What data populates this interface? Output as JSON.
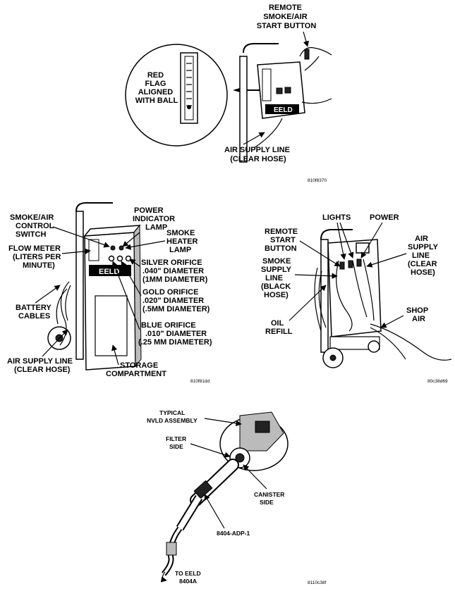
{
  "figure1": {
    "remote_button_label": [
      "REMOTE",
      "SMOKE/AIR",
      "START BUTTON"
    ],
    "red_flag_label": [
      "RED",
      "FLAG",
      "ALIGNED",
      "WITH BALL"
    ],
    "air_supply_label": [
      "AIR SUPPLY LINE",
      "(CLEAR HOSE)"
    ],
    "panel_logo": "EELD",
    "code": "810f8370"
  },
  "figure2": {
    "smoke_air_switch": [
      "SMOKE/AIR",
      "CONTROL",
      "SWITCH"
    ],
    "power_lamp": [
      "POWER",
      "INDICATOR",
      "LAMP"
    ],
    "heater_lamp": [
      "SMOKE",
      "HEATER",
      "LAMP"
    ],
    "flow_meter": [
      "FLOW METER",
      "(LITERS PER",
      "MINUTE)"
    ],
    "silver_orifice": [
      "SILVER ORIFICE",
      ".040\" DIAMETER",
      "(1MM DIAMETER)"
    ],
    "gold_orifice": [
      "GOLD ORIFICE",
      ".020\" DIAMETER",
      "(.5MM DIAMETER)"
    ],
    "blue_orifice": [
      "BLUE ORIFICE",
      ".010\" DIAMETER",
      "(.25 MM DIAMETER)"
    ],
    "battery_cables": [
      "BATTERY",
      "CABLES"
    ],
    "air_supply": [
      "AIR SUPPLY LINE",
      "(CLEAR HOSE)"
    ],
    "storage": [
      "STORAGE",
      "COMPARTMENT"
    ],
    "panel_logo": "EELD",
    "code": "810f81dd"
  },
  "figure3": {
    "lights": "LIGHTS",
    "power": "POWER",
    "remote_start": [
      "REMOTE",
      "START",
      "BUTTON"
    ],
    "air_supply": [
      "AIR",
      "SUPPLY",
      "LINE",
      "(CLEAR",
      "HOSE)"
    ],
    "smoke_supply": [
      "SMOKE",
      "SUPPLY",
      "LINE",
      "(BLACK",
      "HOSE)"
    ],
    "shop_air": [
      "SHOP",
      "AIR"
    ],
    "oil_refill": [
      "OIL",
      "REFILL"
    ],
    "code": "80c38d69"
  },
  "figure4": {
    "nvld": [
      "TYPICAL",
      "NVLD ASSEMBLY"
    ],
    "filter_side": [
      "FILTER",
      "SIDE"
    ],
    "canister_side": [
      "CANISTER",
      "SIDE"
    ],
    "adapter": "8404-ADP-1",
    "to_eeld": [
      "TO EELD",
      "8404A"
    ],
    "code": "8110c38f"
  },
  "colors": {
    "ink": "#000000",
    "background": "#ffffff",
    "shade": "#bbbbbb"
  }
}
